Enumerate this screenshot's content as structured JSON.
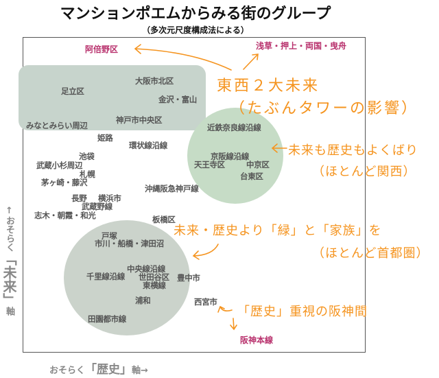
{
  "title": "マンションポエムからみる街のグループ",
  "subtitle": "（多次元尺度構成法による）",
  "axes": {
    "y": {
      "arrow": "↑",
      "pre": "おそらく",
      "open": "「",
      "em": "未来",
      "close": "」",
      "post": "軸"
    },
    "x": {
      "pre": "おそらく",
      "open": "「",
      "em": "歴史",
      "close": "」",
      "post": "軸→"
    }
  },
  "outliers": {
    "abeno": "阿倍野区",
    "asakusa": "浅草・押上・両国・曳舟",
    "hanshin": "阪神本線"
  },
  "labels": [
    "大阪市北区",
    "足立区",
    "金沢・富山",
    "神戸市中央区",
    "みなとみらい周辺",
    "近鉄奈良線沿線",
    "京阪線沿線",
    "天王寺区",
    "中京区",
    "台東区",
    "姫路",
    "環状線沿線",
    "池袋",
    "武蔵小杉周辺",
    "札幌",
    "茅ヶ崎・藤沢",
    "沖縄阪急神戸線",
    "長野",
    "横浜市",
    "武蔵野線",
    "志木・朝霞・和光",
    "板橋区",
    "戸塚",
    "市川・船橋・津田沼",
    "中央線沿線",
    "千里線沿線",
    "世田谷区",
    "豊中市",
    "東横線",
    "浦和",
    "西宮市",
    "田園都市線"
  ],
  "annotations": {
    "future2_l1": "東西２大未来",
    "future2_l2": "（たぶんタワーの影響）",
    "both_l1": "未来も歴史もよくばり",
    "both_l2": "（ほとんど関西）",
    "green_l1": "未来・歴史より「緑」と「家族」を",
    "green_l2": "（ほとんど首都圏）",
    "history": "「歴史」重視の阪神間"
  },
  "colors": {
    "accent": "#f5941f",
    "outlier": "#b8306c",
    "group_gray": "#c7d4cc",
    "group_green": "#c6dcc6"
  }
}
